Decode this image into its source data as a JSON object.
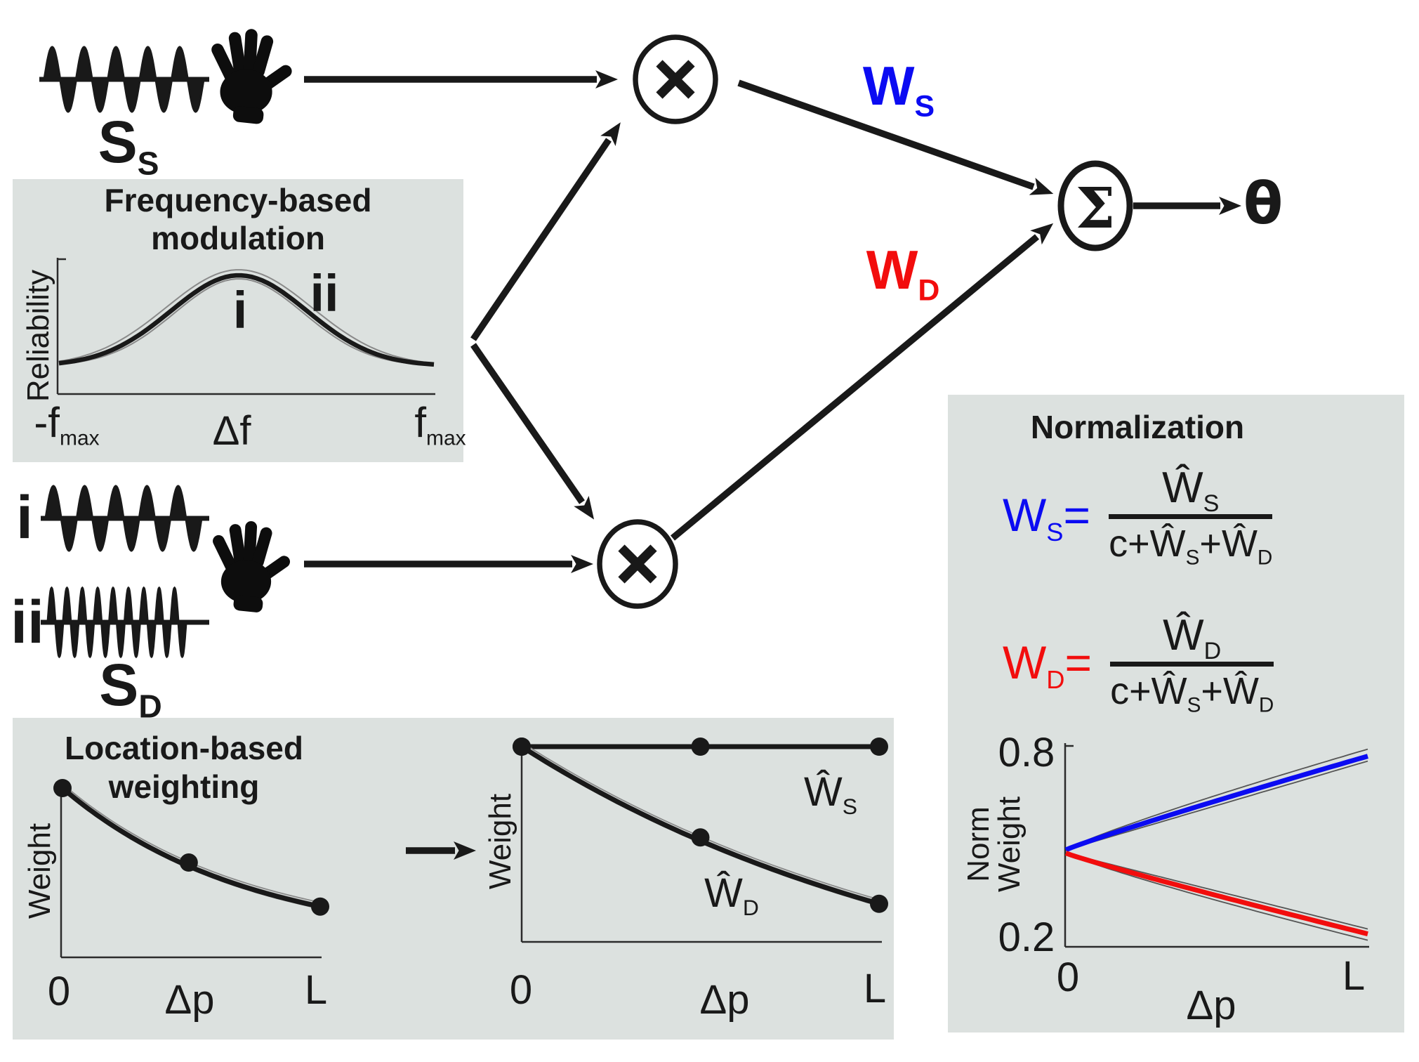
{
  "colors": {
    "background": "#ffffff",
    "panel_bg": "#dce1df",
    "ink": "#191919",
    "blue": "#0b0bf2",
    "red": "#f20d0d",
    "envelope": "#8a8a8a"
  },
  "icons": {
    "hand": "hand-icon",
    "multiply": "×",
    "sum": "Σ",
    "arrow": "→"
  },
  "flow": {
    "stimulus_same": {
      "base": "S",
      "sub": "S"
    },
    "stimulus_diff": {
      "base": "S",
      "sub": "D"
    },
    "trace_i": "i",
    "trace_ii": "ii",
    "multiply_top": "×",
    "multiply_bottom": "×",
    "sum": "Σ",
    "output": "θ",
    "weight_same": {
      "base": "W",
      "sub": "S"
    },
    "weight_diff": {
      "base": "W",
      "sub": "D"
    }
  },
  "freq_panel": {
    "title_line1": "Frequency-based",
    "title_line2": "modulation",
    "ylabel": "Reliability",
    "xlabel": "Δf",
    "xtick_left_base": "-f",
    "xtick_left_sub": "max",
    "xtick_right_base": "f",
    "xtick_right_sub": "max",
    "label_i": "i",
    "label_ii": "ii"
  },
  "loc_panel": {
    "title_line1": "Location-based",
    "title_line2": "weighting",
    "before": {
      "ylabel": "Weight",
      "xlabel": "Δp",
      "xtick_left": "0",
      "xtick_right": "L"
    },
    "after": {
      "ylabel": "Weight",
      "xlabel": "Δp",
      "xtick_left": "0",
      "xtick_right": "L",
      "label_ws_base": "Ŵ",
      "label_ws_sub": "S",
      "label_wd_base": "Ŵ",
      "label_wd_sub": "D"
    }
  },
  "norm_panel": {
    "title": "Normalization",
    "eq_s": {
      "lhs_base": "W",
      "lhs_sub": "S",
      "equals": "=",
      "num_base": "Ŵ",
      "num_sub": "S",
      "den_c": "c+",
      "den_w1": "Ŵ",
      "den_w1_sub": "S",
      "den_plus": "+",
      "den_w2": "Ŵ",
      "den_w2_sub": "D"
    },
    "eq_d": {
      "lhs_base": "W",
      "lhs_sub": "D",
      "equals": "=",
      "num_base": "Ŵ",
      "num_sub": "D",
      "den_c": "c+",
      "den_w1": "Ŵ",
      "den_w1_sub": "S",
      "den_plus": "+",
      "den_w2": "Ŵ",
      "den_w2_sub": "D"
    },
    "plot": {
      "ylabel_line1": "Norm",
      "ylabel_line2": "Weight",
      "xlabel": "Δp",
      "ytick_top": "0.8",
      "ytick_bottom": "0.2",
      "xtick_left": "0",
      "xtick_right": "L"
    }
  },
  "chart_data": [
    {
      "id": "frequency-modulation",
      "type": "line",
      "title": "Frequency-based modulation",
      "xlabel": "Δf",
      "ylabel": "Reliability",
      "xticks": [
        "-f_max",
        "f_max"
      ],
      "curve": "gaussian",
      "peak_x_norm": 0.48,
      "sigma_norm": 0.18,
      "base_y_norm": 0.07,
      "peak_y_norm": 1.0,
      "annotations": [
        "i",
        "ii"
      ],
      "legend": "off",
      "grid": "off"
    },
    {
      "id": "location-weighting-before",
      "type": "line",
      "xlabel": "Δp",
      "ylabel": "Weight",
      "xticks": [
        "0",
        "L"
      ],
      "x_norm": [
        0,
        0.49,
        1
      ],
      "y_norm": [
        1.0,
        0.56,
        0.3
      ],
      "decay_k": 1.4,
      "markers": true,
      "grid": "off"
    },
    {
      "id": "location-weighting-after",
      "type": "line",
      "xlabel": "Δp",
      "ylabel": "Weight",
      "xticks": [
        "0",
        "L"
      ],
      "series": [
        {
          "name": "Ŵ_S",
          "x_norm": [
            0,
            0.5,
            1
          ],
          "y_norm": [
            1.0,
            1.0,
            1.0
          ],
          "markers": true
        },
        {
          "name": "Ŵ_D",
          "x_norm": [
            0,
            0.5,
            1
          ],
          "y_norm": [
            1.0,
            0.535,
            0.195
          ],
          "decay_k": 0.8,
          "markers": true
        }
      ],
      "grid": "off"
    },
    {
      "id": "normalized-weights",
      "type": "line",
      "xlabel": "Δp",
      "ylabel": "Norm Weight",
      "xticks": [
        "0",
        "L"
      ],
      "yticks": [
        0.2,
        0.8
      ],
      "ylim": [
        0.2,
        0.8
      ],
      "series": [
        {
          "name": "W_S",
          "color": "#0b0bf2",
          "y_start": 0.5,
          "y_end": 0.79
        },
        {
          "name": "W_D",
          "color": "#f20d0d",
          "y_start": 0.49,
          "y_end": 0.24
        }
      ],
      "grid": "off",
      "legend": "off"
    }
  ]
}
